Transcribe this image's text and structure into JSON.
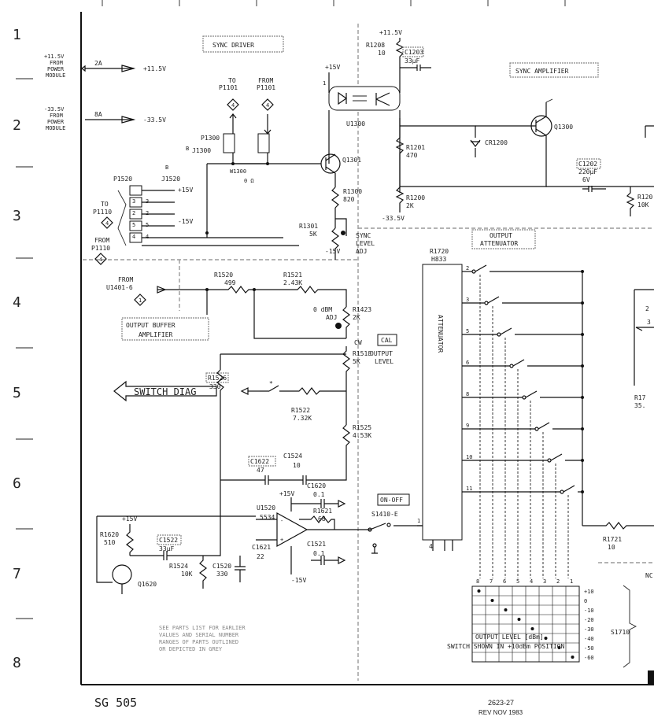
{
  "grid_rows": [
    "1",
    "2",
    "3",
    "4",
    "5",
    "6",
    "7",
    "8"
  ],
  "power": {
    "plus_in": "+11.5V FROM POWER MODULE",
    "plus_in_l1": "+11.5V",
    "plus_in_l2": "FROM",
    "plus_in_l3": "POWER",
    "plus_in_l4": "MODULE",
    "plus_fuse": "2A",
    "plus_out": "+11.5V",
    "minus_in_l1": "-33.5V",
    "minus_in_l2": "FROM",
    "minus_in_l3": "POWER",
    "minus_in_l4": "MODULE",
    "minus_fuse": "8A",
    "minus_out": "-33.5V"
  },
  "blocks": {
    "sync_driver": "SYNC DRIVER",
    "sync_amplifier": "SYNC AMPLIFIER",
    "output_attenuator_l1": "OUTPUT",
    "output_attenuator_l2": "ATTENUATOR",
    "output_buffer_l1": "OUTPUT BUFFER",
    "output_buffer_l2": "AMPLIFIER",
    "switch_diag": "SWITCH DIAG"
  },
  "connectors": {
    "to_p1101_l1": "TO",
    "to_p1101_l2": "P1101",
    "from_p1101_l1": "FROM",
    "from_p1101_l2": "P1101",
    "p1300": "P1300",
    "j1300": "J1300",
    "w1300": "W1300",
    "w1300_val": "0 Ω",
    "p1520": "P1520",
    "j1520": "J1520",
    "pin_b": "B",
    "to_p1110_l1": "TO",
    "to_p1110_l2": "P1110",
    "from_p1110_l1": "FROM",
    "from_p1110_l2": "P1110",
    "from_u1401_l1": "FROM",
    "from_u1401_l2": "U1401-6",
    "marker_4": "4",
    "marker_1": "1",
    "p15v": "+15V",
    "m15v": "-15V"
  },
  "components": {
    "u1300": "U1300",
    "q1300": "Q1300",
    "q1301": "Q1301",
    "cr1200": "CR1200",
    "r1208": "R1208",
    "r1208_val": "10",
    "c1203": "C1203",
    "c1203_val": "33µF",
    "r1201": "R1201",
    "r1201_val": "470",
    "r1200": "R1200",
    "r1200_val": "2K",
    "c1202": "C1202",
    "c1202_val": "220µF",
    "c1202_v": "6V",
    "r12x": "R120",
    "r12x_val": "10K",
    "r1300": "R1300",
    "r1300_val": "820",
    "r1301": "R1301",
    "r1301_val": "5K",
    "sync_level_l1": "SYNC",
    "sync_level_l2": "LEVEL",
    "sync_level_l3": "ADJ",
    "r1520": "R1520",
    "r1520_val": "499",
    "r1521": "R1521",
    "r1521_val": "2.43K",
    "r1423": "R1423",
    "r1423_val": "2K",
    "dbm_adj_l1": "0 dBM",
    "dbm_adj_l2": "ADJ",
    "cal": "CAL",
    "output_level_l1": "OUTPUT",
    "output_level_l2": "LEVEL",
    "cw": "CW",
    "r1518": "R1518",
    "r1518_val": "5K",
    "r1526": "R1526",
    "r1526_val": "330",
    "r1522": "R1522",
    "r1522_val": "7.32K",
    "r1525": "R1525",
    "r1525_val": "4.53K",
    "c1622": "C1622",
    "c1622_val": "47",
    "c1524": "C1524",
    "c1524_val": "10",
    "c1620": "C1620",
    "c1620_val": "0.1",
    "u1520": "U1520",
    "u1520_type": "5534",
    "r1621": "R1621",
    "r1621_val": "68",
    "on_off": "ON-OFF",
    "s1410": "S1410-E",
    "r1620": "R1620",
    "r1620_val": "510",
    "c1522": "C1522",
    "c1522_val": "33µF",
    "r1524": "R1524",
    "r1524_val": "10K",
    "c1520": "C1520",
    "c1520_val": "330",
    "c1621": "C1621",
    "c1621_val": "22",
    "c1521": "C1521",
    "c1521_val": "0.1",
    "q1620": "Q1620",
    "r1720": "R1720",
    "h833": "H833",
    "attenuator": "ATTENUATOR",
    "r1721": "R1721",
    "r1721_val": "10",
    "r17x": "R17",
    "r17x_val": "35.",
    "s1710": "S1710",
    "nc": "NC"
  },
  "attenuator_taps": [
    "2",
    "3",
    "5",
    "6",
    "8",
    "9",
    "10",
    "11"
  ],
  "switch_table": {
    "columns": [
      "8",
      "7",
      "6",
      "5",
      "4",
      "3",
      "2",
      "1"
    ],
    "levels": [
      "+10",
      "0",
      "-10",
      "-20",
      "-30",
      "-40",
      "-50",
      "-60"
    ],
    "caption_l1": "OUTPUT LEVEL [dBm]",
    "caption_l2": "SWITCH SHOWN IN +10dBm POSITION"
  },
  "notes": {
    "parts_l1": "SEE PARTS LIST FOR EARLIER",
    "parts_l2": "VALUES AND SERIAL NUMBER",
    "parts_l3": "RANGES OF PARTS OUTLINED",
    "parts_l4": "OR DEPICTED IN GREY"
  },
  "footer": {
    "model": "SG 505",
    "drawing_no": "2623-27",
    "revision": "REV NOV 1983"
  }
}
